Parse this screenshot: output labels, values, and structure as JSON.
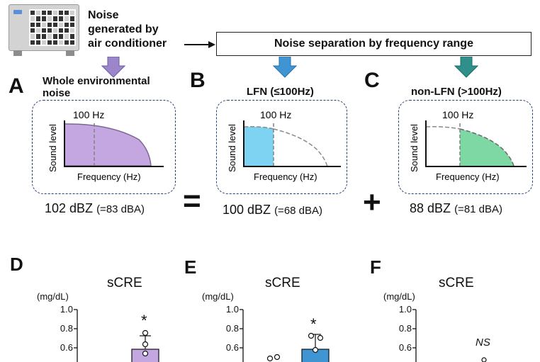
{
  "header": {
    "source_label": "Noise\ngenerated by\nair conditioner",
    "process_label": "Noise separation by frequency range"
  },
  "panels": [
    {
      "letter": "A",
      "title": "Whole environmental\nnoise",
      "marker": "100 Hz",
      "ylabel": "Sound level",
      "xlabel": "Frequency (Hz)",
      "db_main": "102 dBZ",
      "db_sub": "(=83 dBA)",
      "fill_color": "#c4a7e0",
      "arrow_color": "#9a86c9"
    },
    {
      "letter": "B",
      "title": "LFN (≤100Hz)",
      "marker": "100 Hz",
      "ylabel": "Sound level",
      "xlabel": "Frequency (Hz)",
      "db_main": "100 dBZ",
      "db_sub": "(=68 dBA)",
      "fill_color": "#7fd3f2",
      "arrow_color": "#3f95d4"
    },
    {
      "letter": "C",
      "title": "non-LFN (>100Hz)",
      "marker": "100 Hz",
      "ylabel": "Sound level",
      "xlabel": "Frequency (Hz)",
      "db_main": "88 dBZ",
      "db_sub": "(=81 dBA)",
      "fill_color": "#7ed8a4",
      "arrow_color": "#2f8f8a"
    }
  ],
  "operators": {
    "equals": "=",
    "plus": "+"
  },
  "lower_panels": [
    {
      "letter": "D",
      "title": "sCRE",
      "unit": "(mg/dL)",
      "ticks": [
        "1.0",
        "0.8",
        "0.6"
      ],
      "significance": "*",
      "bar_color": "#c4a7e0"
    },
    {
      "letter": "E",
      "title": "sCRE",
      "unit": "(mg/dL)",
      "ticks": [
        "1.0",
        "0.8",
        "0.6"
      ],
      "significance": "*",
      "bar_color": "#3f95d4"
    },
    {
      "letter": "F",
      "title": "sCRE",
      "unit": "(mg/dL)",
      "ticks": [
        "1.0",
        "0.8",
        "0.6"
      ],
      "significance": "NS",
      "bar_color": "#7ed8a4"
    }
  ]
}
